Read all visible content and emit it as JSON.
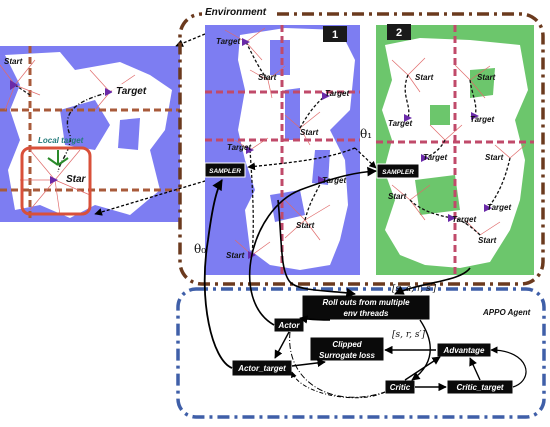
{
  "environment": {
    "title": "Environment",
    "panels": [
      "1",
      "2"
    ]
  },
  "agent": {
    "title": "APPO Agent"
  },
  "labels": {
    "target": "Target",
    "start": "Start",
    "start_cut": "Star",
    "local_target": "Local target",
    "sampler": "SAMPLER"
  },
  "math": {
    "theta0": "θ₀",
    "theta1": "θ₁",
    "tuple": "[s, a, r, s′]",
    "tuple2": "[s, r, s′]"
  },
  "nodes": {
    "rollouts_line1": "Roll outs from multiple",
    "rollouts_line2": "env threads",
    "actor": "Actor",
    "actor_target": "Actor_target",
    "clipped_line1": "Clipped",
    "clipped_line2": "Surrogate loss",
    "advantage": "Advantage",
    "critic": "Critic",
    "critic_target": "Critic_target"
  },
  "colors": {
    "env_frame": "#6b3a1e",
    "agent_frame": "#3f5fa8",
    "map_blue": "#7d7df2",
    "map_green": "#6cc66c",
    "target_arrow": "#6a2aa8",
    "box": "#0a0a0a",
    "zoom_frame": "#d9503a"
  }
}
